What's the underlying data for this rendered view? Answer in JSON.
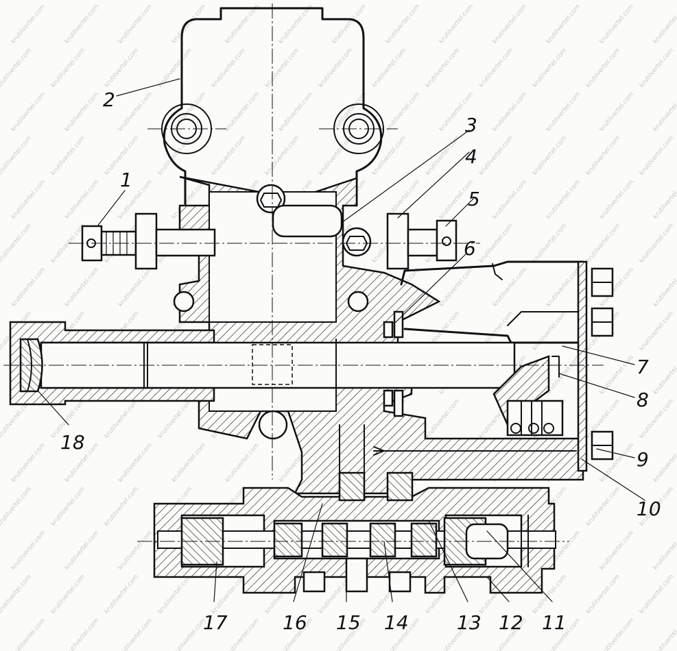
{
  "watermark": "krutilvertel.com",
  "callouts": [
    "1",
    "2",
    "3",
    "4",
    "5",
    "6",
    "7",
    "8",
    "9",
    "10",
    "11",
    "12",
    "13",
    "14",
    "15",
    "16",
    "17",
    "18"
  ]
}
